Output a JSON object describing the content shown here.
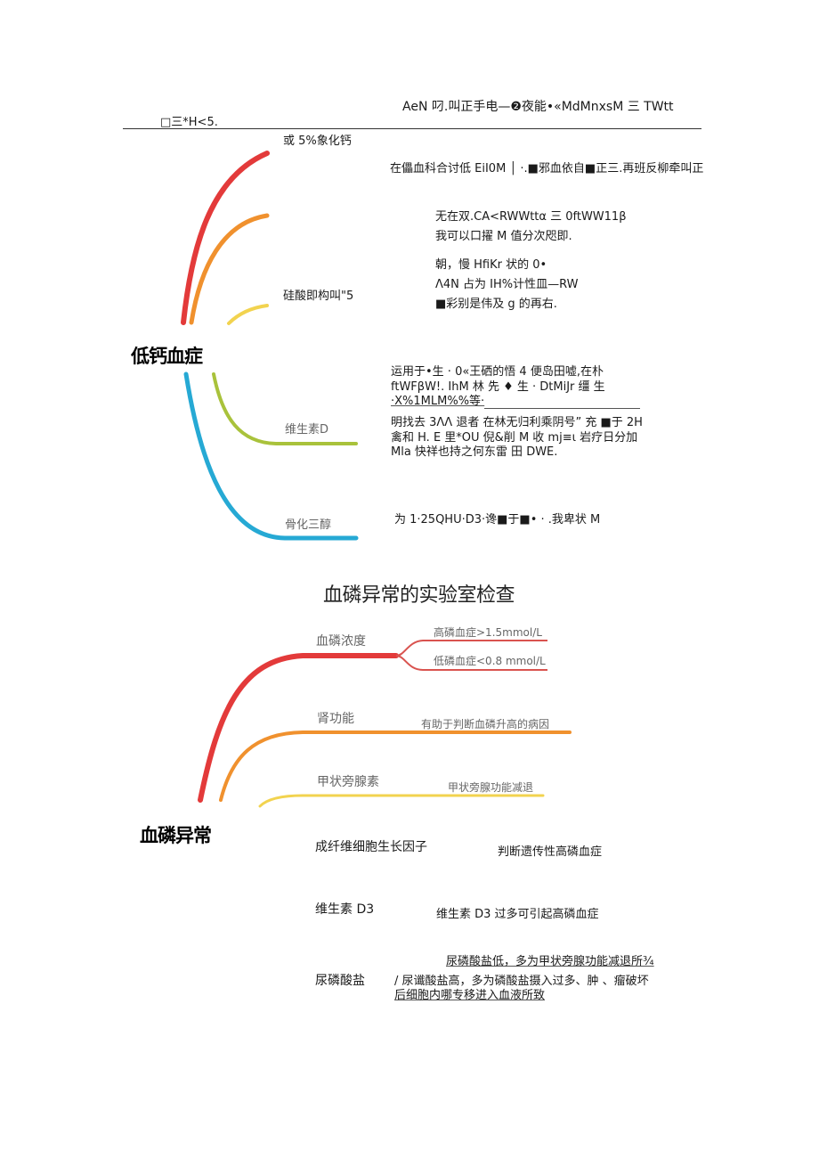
{
  "header": {
    "top_right_text": "AeN 叼.叫正手电—❷夜能•«MdMnxsM 三 TWtt",
    "top_left_text": "□三*H<5."
  },
  "hypocalcemia": {
    "title": "低钙血症",
    "branch_colors": [
      "#e33a3a",
      "#f0912e",
      "#f2d34f",
      "#a9c23b",
      "#26a9d4"
    ],
    "labels": {
      "calcium_gluconate": "或 5%象化钙",
      "silicic_acid": "硅酸即构叫\"5",
      "vitamin_d": "维生素D",
      "calcitriol": "骨化三醇"
    },
    "notes": {
      "note1": "在儡血科合讨低 EiI0M │ ·.■邪血依自■正三.再班反柳牵叫正",
      "note2_lines": [
        "无在双.CA<RWWttα 三 0ftWW11β",
        "我可以口擢 M 值分次咫即."
      ],
      "note3_lines": [
        "朝，慢 HfiKr 状的 0•",
        "Λ4N 占为 IH%计性皿—RW",
        "■彩别是伟及 g 的再右."
      ],
      "note4_lines": [
        "运用于•生 · 0«王硒的悟 4 便岛田嘘,在朴",
        "ftWFβW!. IhM 林 先 ♦ 生 · DtMiJr 缰 生",
        "·X%1MLM%%等·"
      ],
      "note5_lines": [
        "明找去 3ΛΛ 退者 在林无归利乘阴号” 充 ■于 2H",
        "禽和 H. E 里*OU 倪&削 M 收 mj≡ι 岩疗日分加",
        "Mla 快祥也持之何东雷 田 DWE."
      ],
      "note6": "为 1·25QHU·D3·谗■于■• · .我卑状 M"
    }
  },
  "section2": {
    "heading": "血磷异常的实验室检查"
  },
  "hyperphosphatemia": {
    "title": "血磷异常",
    "branch_colors": [
      "#e33a3a",
      "#f0912e",
      "#f2d34f"
    ],
    "branches": [
      {
        "label": "血磷浓度",
        "children": [
          "高磷血症>1.5mmol/L",
          "低磷血症<0.8 mmol/L"
        ]
      },
      {
        "label": "肾功能",
        "children": [
          "有助于判断血磷升高的病因"
        ]
      },
      {
        "label": "甲状旁腺素",
        "children": [
          "甲状旁腺功能减退"
        ]
      }
    ],
    "text_items": [
      {
        "label": "成纤维细胞生长因子",
        "desc": "判断遗传性高磷血症"
      },
      {
        "label": "维生素 D3",
        "desc": "维生素 D3 过多可引起高磷血症"
      },
      {
        "label": "尿磷酸盐",
        "desc_line1": "尿磷酸盐低，多为甲状旁腺功能减退所¾",
        "desc_line2": "/ 尿谶酸盐高，多为磷酸盐摄入过多、肿 、瘤破坏",
        "desc_line3": "后细胞内哪专移进入血液所致"
      }
    ]
  }
}
